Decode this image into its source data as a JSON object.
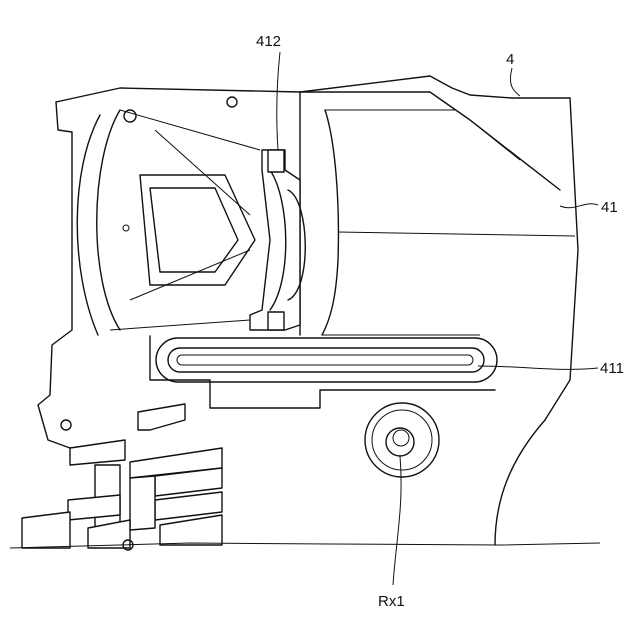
{
  "labels": {
    "label_4": "4",
    "label_41": "41",
    "label_411": "411",
    "label_412": "412",
    "label_rx1": "Rx1"
  }
}
